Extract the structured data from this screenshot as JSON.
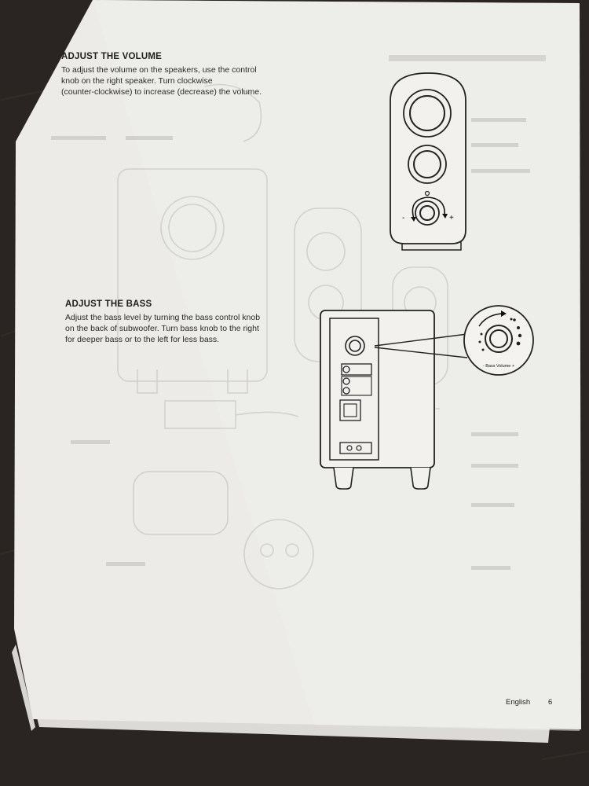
{
  "volume_section": {
    "heading": "ADJUST THE VOLUME",
    "lines": [
      "To adjust the volume on the speakers, use the control",
      "knob on the right speaker. Turn clockwise",
      "(counter-clockwise) to increase (decrease) the volume."
    ],
    "minus_sign": "-",
    "plus_sign": "+"
  },
  "bass_section": {
    "heading": "ADJUST THE BASS",
    "lines": [
      "Adjust the bass level by turning the bass control knob",
      "on the back of subwoofer. Turn bass knob to the right",
      "for deeper bass or to the left for less bass."
    ],
    "knob_label": "- Bass Volume +"
  },
  "footer": {
    "language": "English",
    "page_number": "6"
  }
}
